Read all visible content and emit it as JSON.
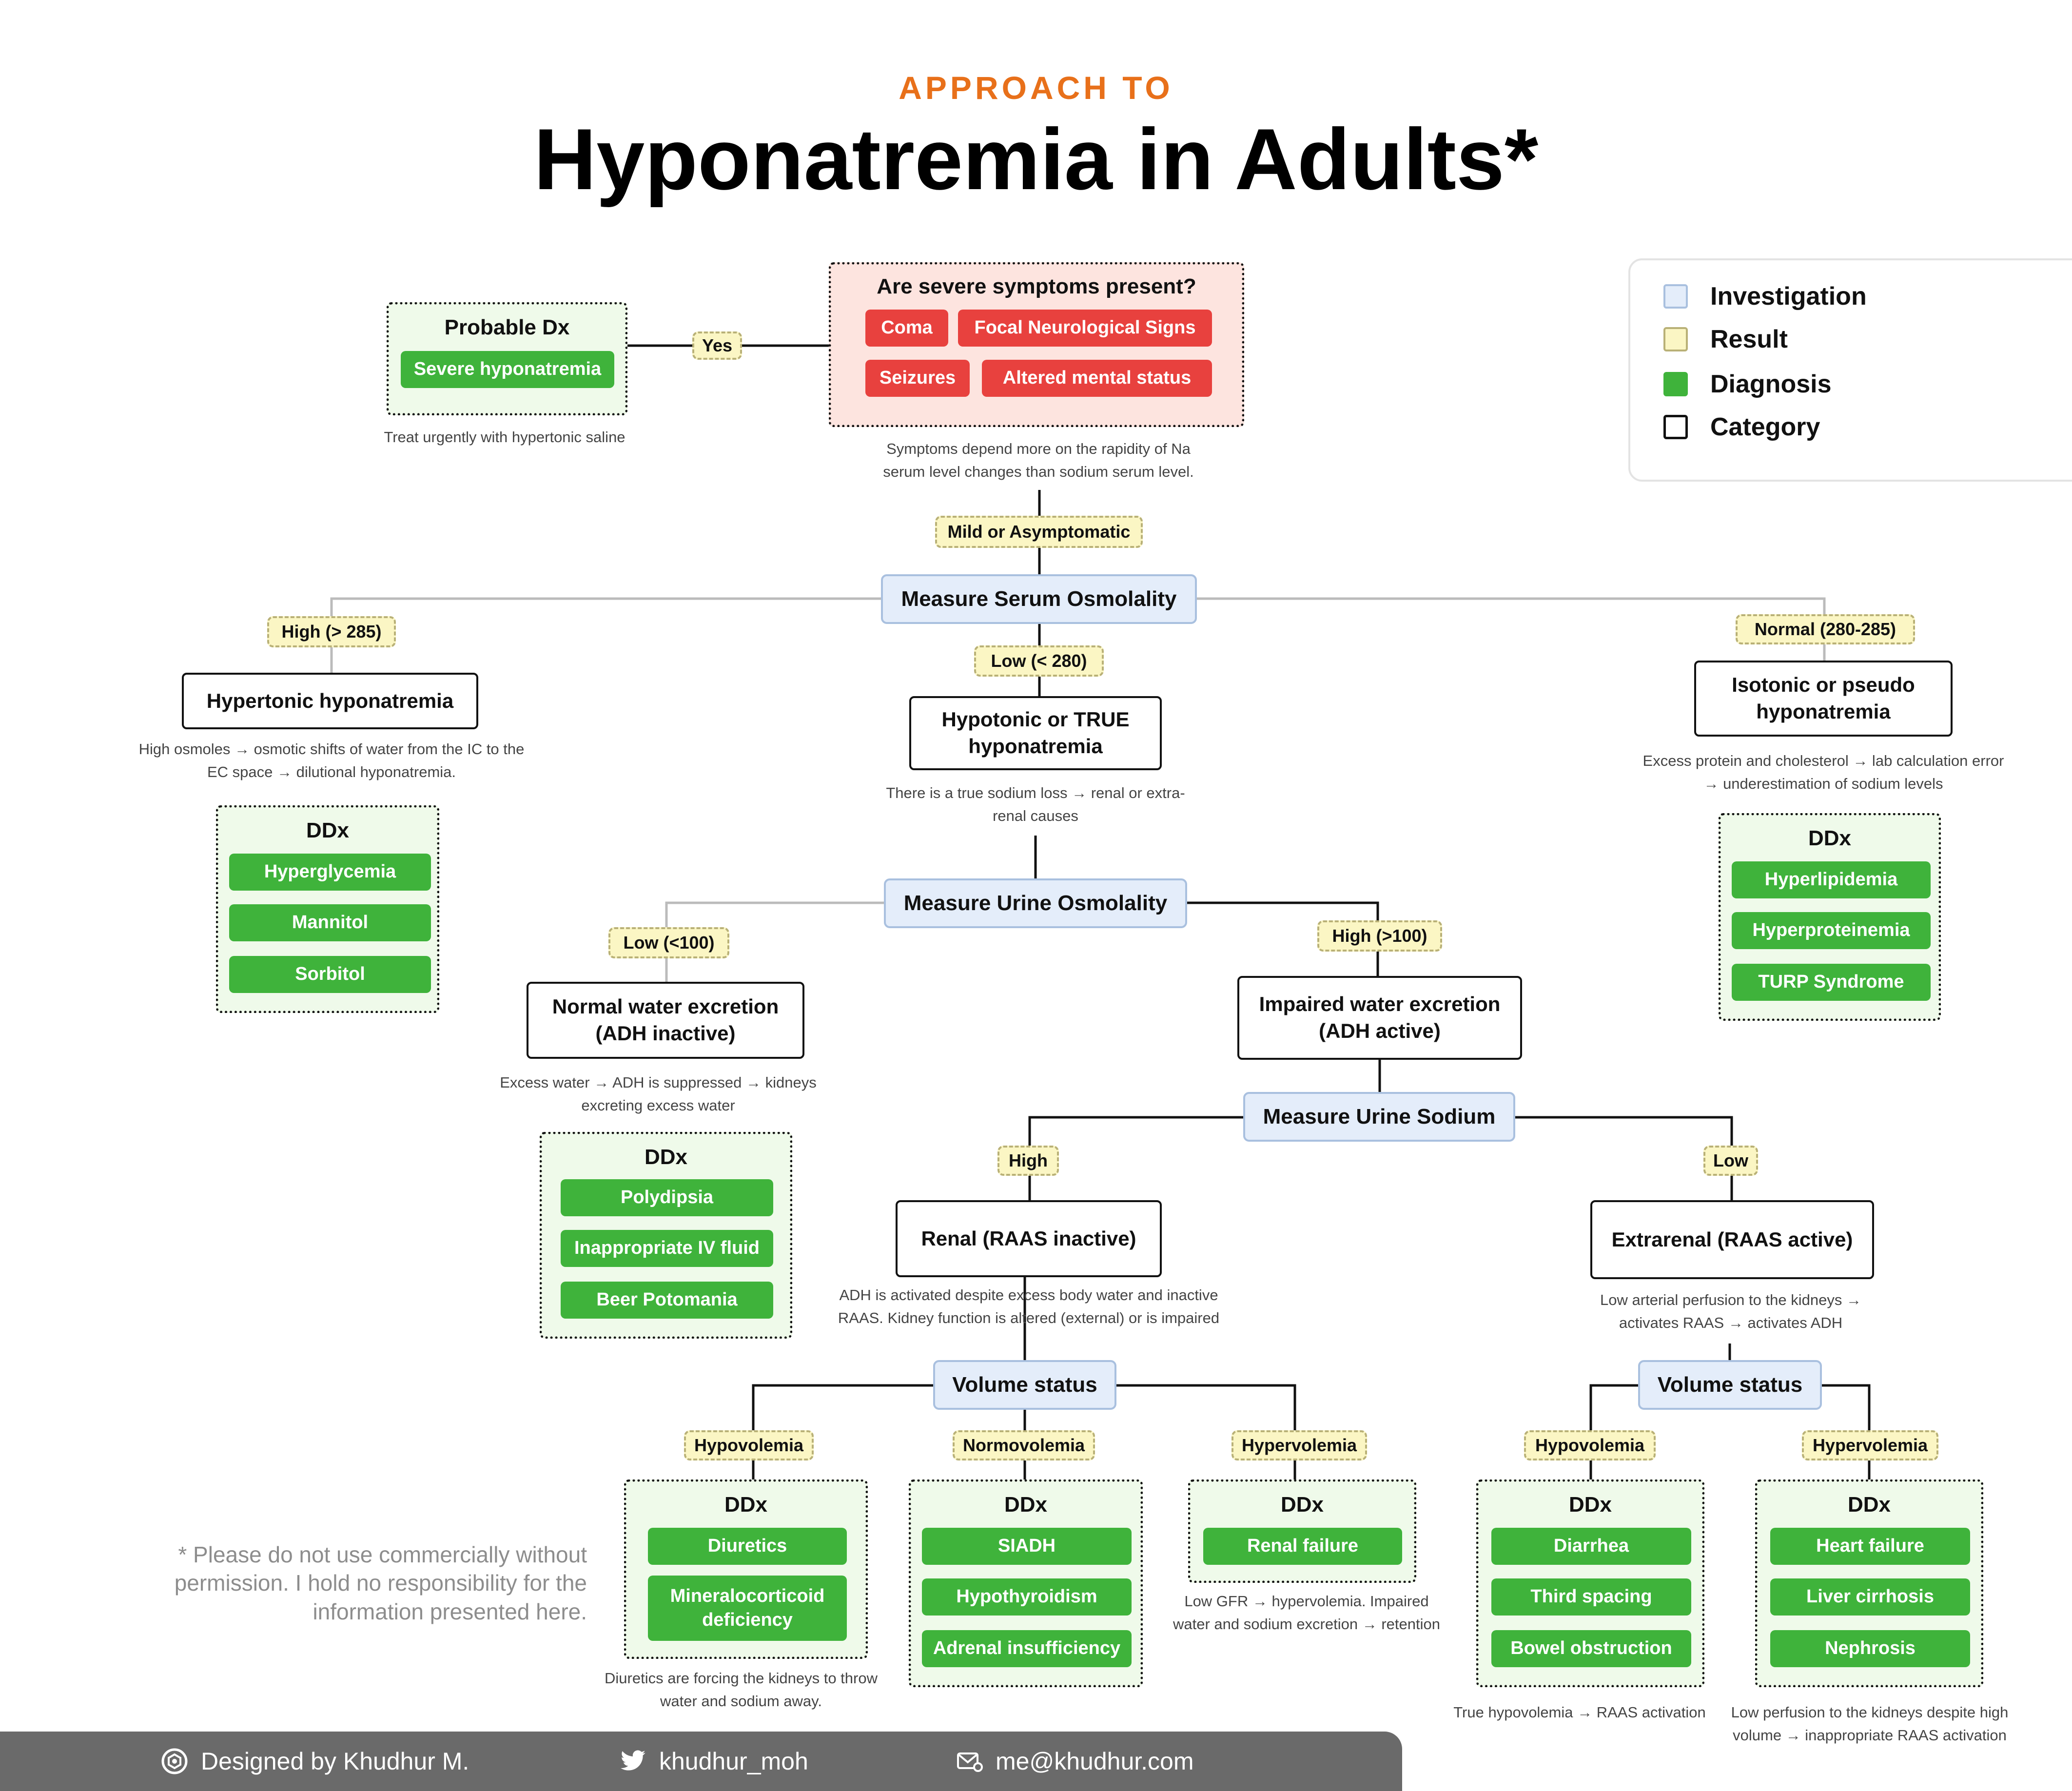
{
  "header": {
    "subtitle": "APPROACH TO",
    "title": "Hyponatremia in Adults*"
  },
  "legend": {
    "items": [
      {
        "label": "Investigation",
        "color": "#e4edfa",
        "border": "#a9c0df"
      },
      {
        "label": "Result",
        "color": "#fbf6c4",
        "border": "#b9b177"
      },
      {
        "label": "Diagnosis",
        "color": "#3fb33b",
        "border": "#3fb33b"
      },
      {
        "label": "Category",
        "color": "#ffffff",
        "border": "#111111"
      }
    ]
  },
  "severe": {
    "question": "Are severe symptoms present?",
    "symptoms": [
      "Coma",
      "Focal Neurological Signs",
      "Seizures",
      "Altered mental status"
    ],
    "note": "Symptoms depend more on the rapidity of Na serum level changes than sodium serum level.",
    "yes_label": "Yes",
    "mild_label": "Mild or Asymptomatic"
  },
  "probable": {
    "title": "Probable Dx",
    "dx": "Severe hyponatremia",
    "note": "Treat urgently with hypertonic saline"
  },
  "serum_osm": {
    "label": "Measure Serum Osmolality",
    "high_label": "High (> 285)",
    "low_label": "Low (< 280)",
    "normal_label": "Normal (280-285)"
  },
  "hypertonic": {
    "label": "Hypertonic hyponatremia",
    "note": "High osmoles → osmotic shifts of water from the IC to the EC space → dilutional hyponatremia.",
    "ddx_title": "DDx",
    "ddx": [
      "Hyperglycemia",
      "Mannitol",
      "Sorbitol"
    ]
  },
  "hypotonic": {
    "label": "Hypotonic or TRUE hyponatremia",
    "note": "There is a true sodium loss → renal or extra-renal causes"
  },
  "isotonic": {
    "label": "Isotonic or pseudo hyponatremia",
    "note": "Excess protein and cholesterol → lab calculation error → underestimation of sodium levels",
    "ddx_title": "DDx",
    "ddx": [
      "Hyperlipidemia",
      "Hyperproteinemia",
      "TURP Syndrome"
    ]
  },
  "urine_osm": {
    "label": "Measure Urine Osmolality",
    "low_label": "Low (<100)",
    "high_label": "High (>100)"
  },
  "normal_water": {
    "label": "Normal water excretion (ADH inactive)",
    "note": "Excess water → ADH is suppressed → kidneys excreting excess water",
    "ddx_title": "DDx",
    "ddx": [
      "Polydipsia",
      "Inappropriate IV fluid",
      "Beer Potomania"
    ]
  },
  "impaired_water": {
    "label": "Impaired water excretion (ADH active)"
  },
  "urine_na": {
    "label": "Measure Urine Sodium",
    "high_label": "High",
    "low_label": "Low"
  },
  "renal": {
    "label": "Renal (RAAS inactive)",
    "note": "ADH is activated despite excess body water and inactive RAAS. Kidney function is altered (external) or is impaired",
    "volume_label": "Volume status",
    "hypo_label": "Hypovolemia",
    "normo_label": "Normovolemia",
    "hyper_label": "Hypervolemia",
    "hypo_ddx_title": "DDx",
    "hypo_ddx": [
      "Diuretics",
      "Mineralocorticoid deficiency"
    ],
    "hypo_note": "Diuretics are forcing the kidneys to throw water and sodium away.",
    "normo_ddx_title": "DDx",
    "normo_ddx": [
      "SIADH",
      "Hypothyroidism",
      "Adrenal insufficiency"
    ],
    "hyper_ddx_title": "DDx",
    "hyper_ddx": [
      "Renal failure"
    ],
    "hyper_note": "Low GFR → hypervolemia. Impaired water and sodium excretion → retention"
  },
  "extrarenal": {
    "label": "Extrarenal (RAAS active)",
    "note": "Low arterial perfusion to the kidneys → activates RAAS → activates ADH",
    "volume_label": "Volume status",
    "hypo_label": "Hypovolemia",
    "hyper_label": "Hypervolemia",
    "hypo_ddx_title": "DDx",
    "hypo_ddx": [
      "Diarrhea",
      "Third spacing",
      "Bowel obstruction"
    ],
    "hypo_note": "True hypovolemia → RAAS activation",
    "hyper_ddx_title": "DDx",
    "hyper_ddx": [
      "Heart failure",
      "Liver cirrhosis",
      "Nephrosis"
    ],
    "hyper_note": "Low perfusion to the kidneys despite high volume → inappropriate RAAS activation"
  },
  "disclaimer": "* Please do not use commercially without permission. I hold no responsibility for the information presented here.",
  "footer": {
    "designer": "Designed by Khudhur M.",
    "twitter": "khudhur_moh",
    "email": "me@khudhur.com"
  }
}
